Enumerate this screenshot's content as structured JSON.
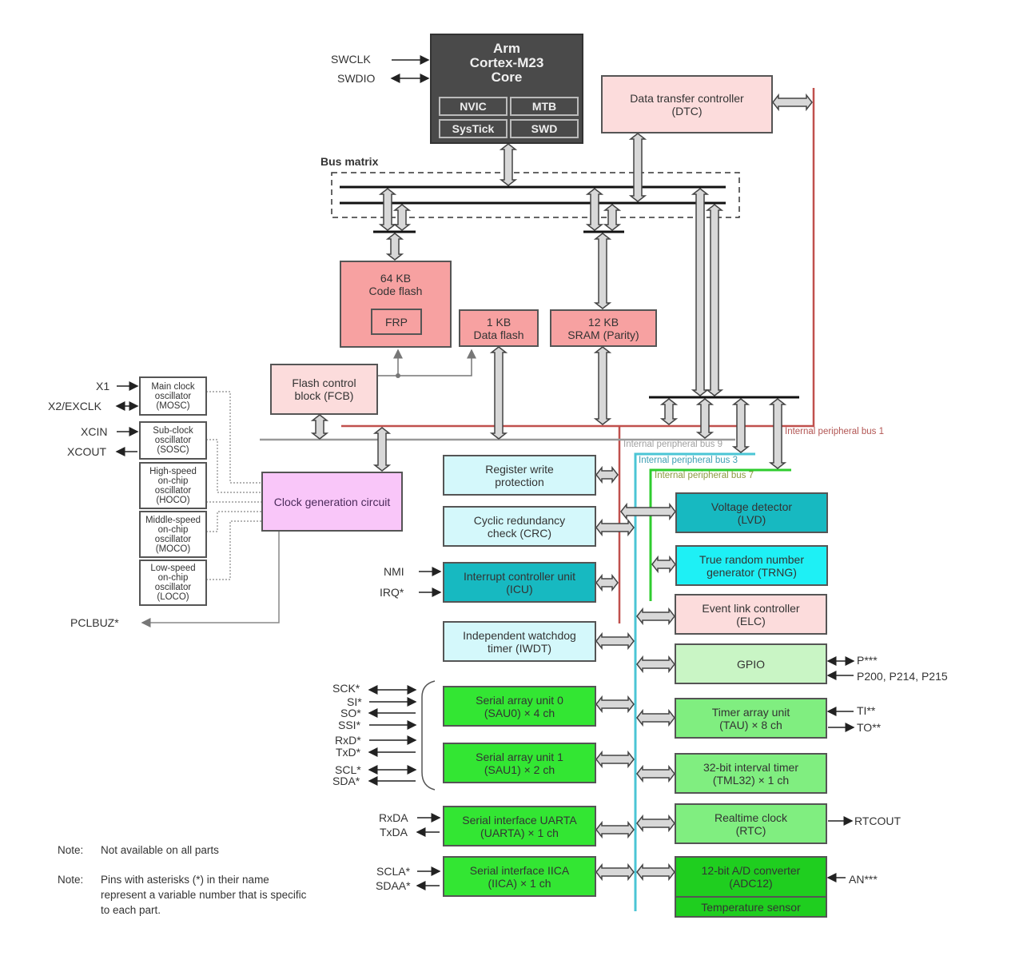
{
  "core": {
    "title": "Arm\nCortex-M23\nCore",
    "cells": [
      "NVIC",
      "MTB",
      "SysTick",
      "SWD"
    ],
    "pins": [
      "SWCLK",
      "SWDIO"
    ]
  },
  "bus_matrix_label": "Bus matrix",
  "dtc": "Data transfer controller\n(DTC)",
  "memory": {
    "code_flash": "64 KB\nCode flash",
    "frp": "FRP",
    "data_flash": "1 KB\nData flash",
    "sram": "12 KB\nSRAM (Parity)",
    "fcb": "Flash control\nblock (FCB)"
  },
  "clock": {
    "pins": [
      "X1",
      "X2/EXCLK",
      "XCIN",
      "XCOUT"
    ],
    "oscillators": [
      "Main clock\noscillator\n(MOSC)",
      "Sub-clock\noscillator\n(SOSC)",
      "High-speed\non-chip\noscillator\n(HOCO)",
      "Middle-speed\non-chip\noscillator\n(MOCO)",
      "Low-speed\non-chip\noscillator\n(LOCO)"
    ],
    "cgc": "Clock generation circuit",
    "pclbuz": "PCLBUZ*"
  },
  "buses": [
    {
      "name": "Internal peripheral bus 1",
      "color": "#c0504d"
    },
    {
      "name": "Internal peripheral bus 9",
      "color": "#999999"
    },
    {
      "name": "Internal peripheral bus 3",
      "color": "#4bc5d5"
    },
    {
      "name": "Internal peripheral bus 7",
      "color": "#2ecc2e"
    }
  ],
  "left_periph": {
    "rwp": "Register write\nprotection",
    "crc": "Cyclic redundancy\ncheck (CRC)",
    "icu": "Interrupt controller unit\n(ICU)",
    "icu_pins": [
      "NMI",
      "IRQ*"
    ],
    "iwdt": "Independent watchdog\ntimer (IWDT)",
    "sau0": "Serial array unit 0\n(SAU0) × 4 ch",
    "sau1": "Serial array unit 1\n(SAU1) × 2 ch",
    "sau_pins": [
      "SCK*",
      "SI*",
      "SO*",
      "SSI*",
      "RxD*",
      "TxD*",
      "SCL*",
      "SDA*"
    ],
    "uarta": "Serial interface UARTA\n(UARTA) × 1 ch",
    "uarta_pins": [
      "RxDA",
      "TxDA"
    ],
    "iica": "Serial interface IICA\n(IICA) × 1 ch",
    "iica_pins": [
      "SCLA*",
      "SDAA*"
    ]
  },
  "right_periph": {
    "lvd": "Voltage detector\n(LVD)",
    "trng": "True random number\ngenerator (TRNG)",
    "elc": "Event link controller\n(ELC)",
    "gpio": "GPIO",
    "gpio_pins": [
      "P***",
      "P200, P214, P215"
    ],
    "tau": "Timer array unit\n(TAU) × 8 ch",
    "tau_pins": [
      "TI**",
      "TO**"
    ],
    "tml32": "32-bit interval timer\n(TML32) × 1 ch",
    "rtc": "Realtime clock\n(RTC)",
    "rtc_pin": "RTCOUT",
    "adc": "12-bit A/D converter\n(ADC12)",
    "adc_pin": "AN***",
    "temp": "Temperature sensor"
  },
  "notes": [
    {
      "key": "Note:",
      "text": "Not available on all parts"
    },
    {
      "key": "Note:",
      "text": "Pins with asterisks (*) in their name represent a variable number that is specific to each part."
    }
  ],
  "colors": {
    "core": "#4a4a4a",
    "memory": "#f7a1a1",
    "light_pink": "#fcdcdc",
    "cgc": "#f9c6f9",
    "light_cyan": "#d4f8fb",
    "teal": "#17b9c1",
    "cyan": "#1ef0f5",
    "bright_green": "#33e633",
    "pale_green": "#c9f5c5",
    "mid_green": "#80ee80",
    "dark_green": "#1fce1f"
  }
}
